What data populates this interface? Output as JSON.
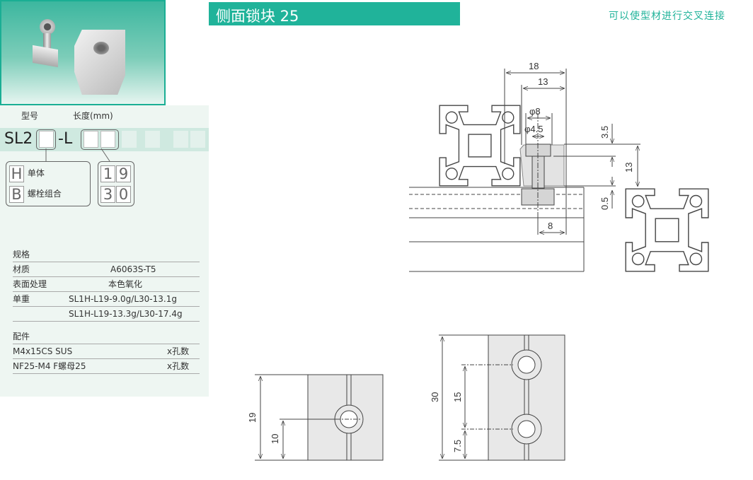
{
  "header": {
    "title": "侧面锁块 25",
    "subtitle": "可以使型材进行交叉连接"
  },
  "order": {
    "model_label": "型号",
    "length_label": "长度(mm)",
    "prefix": "SL2",
    "separator": "-L",
    "type_options": [
      {
        "code": "H",
        "label": "单体"
      },
      {
        "code": "B",
        "label": "螺栓组合"
      }
    ],
    "length_options": [
      [
        "1",
        "9"
      ],
      [
        "3",
        "0"
      ]
    ]
  },
  "spec": {
    "heading": "规格",
    "rows": [
      {
        "key": "材质",
        "value": "A6063S-T5"
      },
      {
        "key": "表面处理",
        "value": "本色氧化"
      },
      {
        "key": "单重",
        "value": "SL1H-L19-9.0g/L30-13.1g"
      },
      {
        "key": "",
        "value": "SL1H-L19-13.3g/L30-17.4g"
      }
    ]
  },
  "accessories": {
    "heading": "配件",
    "rows": [
      {
        "name": "M4x15CS SUS",
        "qty": "x孔数"
      },
      {
        "name": "NF25-M4 F螺母25",
        "qty": "x孔数"
      }
    ]
  },
  "drawing": {
    "dims_top": {
      "d18": "18",
      "d13": "13",
      "phi8": "φ8",
      "phi45": "φ4.5",
      "d35": "3.5",
      "d13v": "13",
      "d05": "0.5",
      "d8": "8"
    },
    "dims_small": {
      "h": "19",
      "c": "10"
    },
    "dims_large": {
      "h": "30",
      "p": "15",
      "c": "7.5"
    }
  }
}
